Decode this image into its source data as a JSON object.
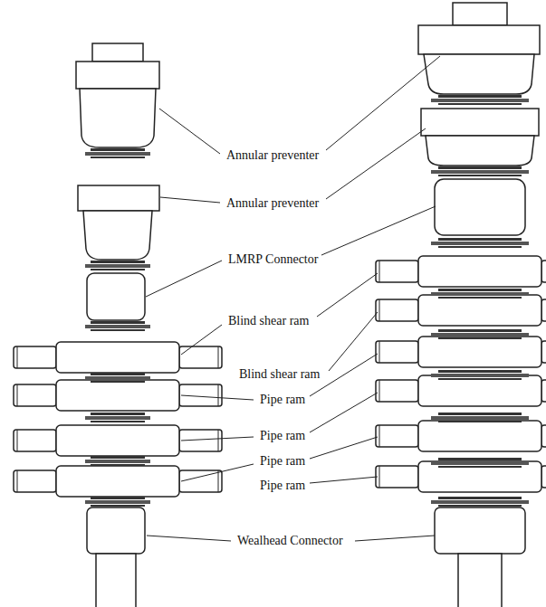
{
  "diagram": {
    "labels": [
      "Annular preventer",
      "Annular preventer",
      "LMRP Connector",
      "Blind shear ram",
      "Blind shear ram",
      "Pipe ram",
      "Pipe ram",
      "Pipe ram",
      "Pipe ram",
      "Wealhead Connector"
    ]
  }
}
